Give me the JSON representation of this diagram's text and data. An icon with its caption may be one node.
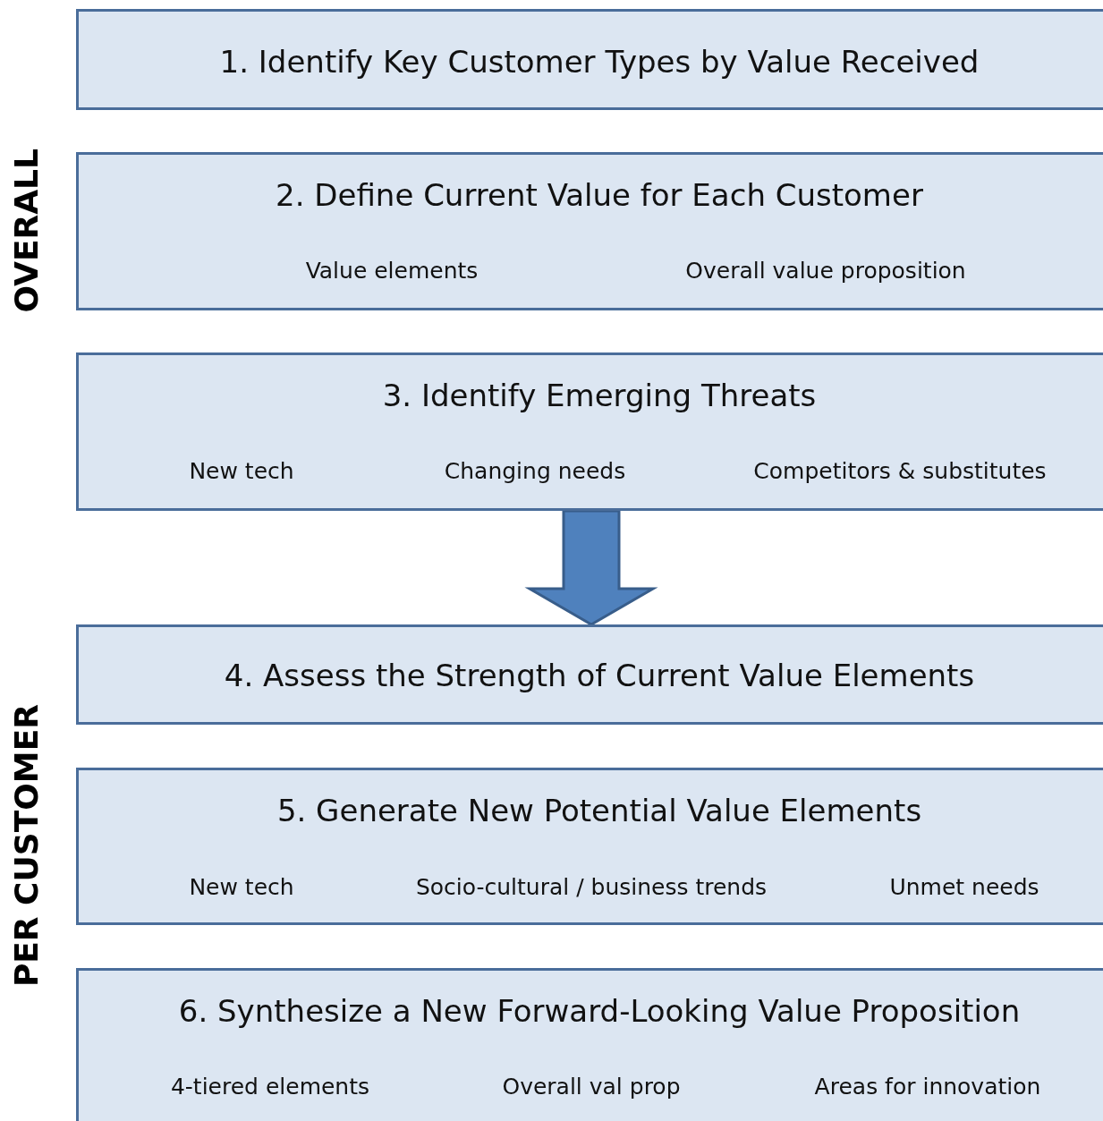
{
  "diagram": {
    "nodes": [
      {
        "text": [
          "1. Identify Key Customer Types by Value Received"
        ]
      },
      {
        "text": [
          "2. Define Current Value for Each Customer",
          "Value elements",
          "Overall value proposition"
        ]
      },
      {
        "text": [
          "3. Identify Emerging Threats",
          "New tech",
          "Changing needs",
          "Competitors & substitutes"
        ]
      },
      {
        "text": [
          "4. Assess the Strength of Current Value Elements"
        ]
      },
      {
        "text": [
          "5. Generate New Potential Value Elements",
          "New tech",
          "Socio-cultural / business trends",
          "Unmet needs"
        ]
      },
      {
        "text": [
          "6. Synthesize a New Forward-Looking Value Proposition",
          "4-tiered elements",
          "Overall val prop",
          "Areas for innovation"
        ]
      }
    ],
    "edges": [
      {
        "from": 2,
        "to": 3,
        "arrow": "to",
        "style": "thick"
      }
    ],
    "labels": [
      "OVERALL",
      "PER CUSTOMER"
    ]
  }
}
